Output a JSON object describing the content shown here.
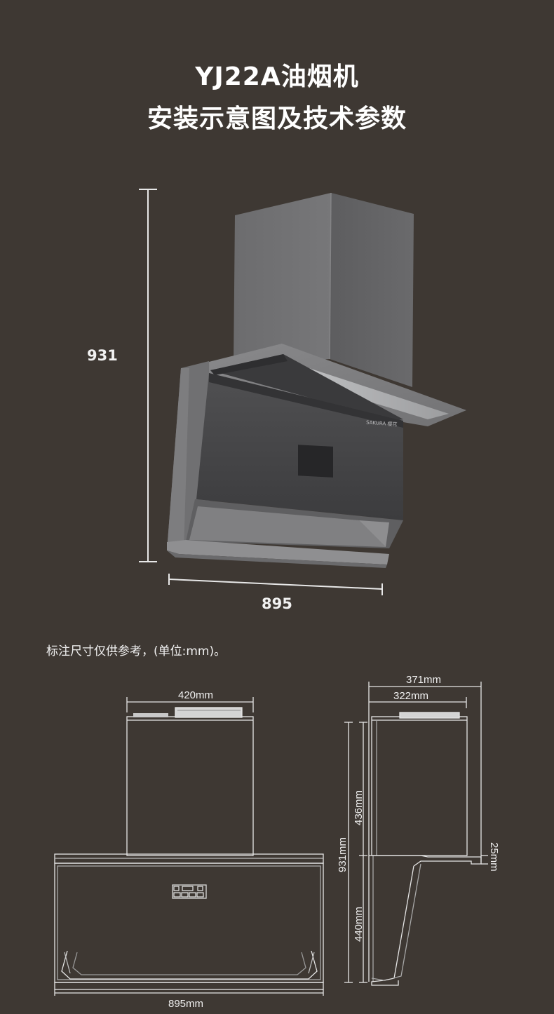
{
  "title": {
    "line1": "YJ22A油烟机",
    "line2": "安装示意图及技术参数"
  },
  "product_dims": {
    "height": "931",
    "width": "895"
  },
  "product": {
    "brand_mark": "SAKURA 樱花"
  },
  "note": "标注尺寸仅供参考，(单位:mm)。",
  "front_view": {
    "top_width": "420mm",
    "bottom_width": "895mm"
  },
  "side_view": {
    "outer_depth": "371mm",
    "inner_depth": "322mm",
    "total_height": "931mm",
    "upper_height": "436mm",
    "lower_height": "440mm",
    "lip_height": "25mm"
  },
  "colors": {
    "background": "#3e3833",
    "line": "#e8e8e8",
    "hood_body": "#6e6e70"
  }
}
